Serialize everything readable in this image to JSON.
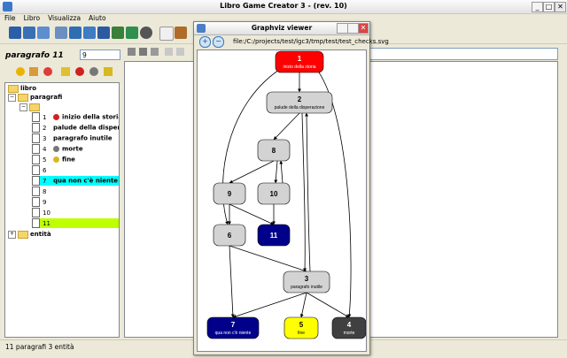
{
  "window": {
    "title": "Libro Game Creator 3 -  (rev. 10)",
    "buttons": [
      "_",
      "□",
      "✕"
    ]
  },
  "menu": [
    "File",
    "Libro",
    "Visualizza",
    "Aiuto"
  ],
  "left": {
    "paragraph_title": "paragrafo 11",
    "paragraph_select": "9",
    "tree": {
      "root": "libro",
      "paragraphs_folder": "paragrafi",
      "items": [
        {
          "num": "1",
          "label": "inizio della storia",
          "icon": "start-icon"
        },
        {
          "num": "2",
          "label": "palude della disperazio",
          "icon": ""
        },
        {
          "num": "3",
          "label": "paragrafo inutile",
          "icon": ""
        },
        {
          "num": "4",
          "label": "morte",
          "icon": "skull-icon"
        },
        {
          "num": "5",
          "label": "fine",
          "icon": "trophy-icon"
        },
        {
          "num": "6",
          "label": "",
          "icon": ""
        },
        {
          "num": "7",
          "label": "qua non c'è niente",
          "icon": "",
          "highlight": "#00ffff"
        },
        {
          "num": "8",
          "label": "",
          "icon": ""
        },
        {
          "num": "9",
          "label": "",
          "icon": ""
        },
        {
          "num": "10",
          "label": "",
          "icon": ""
        },
        {
          "num": "11",
          "label": "",
          "icon": "",
          "highlight": "#bfff00"
        }
      ],
      "entities_folder": "entità"
    }
  },
  "status": "11 paragrafi 3 entità",
  "viewer": {
    "title": "Graphviz viewer",
    "path": "file:/C:/projects/test/lgc3/tmp/test/test_checks.svg",
    "zoom_in": "+",
    "zoom_out": "−"
  },
  "graph": {
    "nodes": [
      {
        "id": "1",
        "label": "inizio della storia",
        "fill": "#ff0000",
        "text": "#ffffff"
      },
      {
        "id": "2",
        "label": "palude della disperazione",
        "fill": "#d3d3d3",
        "text": "#000000"
      },
      {
        "id": "8",
        "label": "",
        "fill": "#d3d3d3",
        "text": "#000000"
      },
      {
        "id": "9",
        "label": "",
        "fill": "#d3d3d3",
        "text": "#000000"
      },
      {
        "id": "10",
        "label": "",
        "fill": "#d3d3d3",
        "text": "#000000"
      },
      {
        "id": "6",
        "label": "",
        "fill": "#d3d3d3",
        "text": "#000000"
      },
      {
        "id": "11",
        "label": "",
        "fill": "#00008b",
        "text": "#ffffff"
      },
      {
        "id": "3",
        "label": "paragrafo inutile",
        "fill": "#d3d3d3",
        "text": "#000000"
      },
      {
        "id": "7",
        "label": "qua non c'è niente",
        "fill": "#00008b",
        "text": "#ffffff"
      },
      {
        "id": "5",
        "label": "fine",
        "fill": "#ffff00",
        "text": "#000000"
      },
      {
        "id": "4",
        "label": "morte",
        "fill": "#404040",
        "text": "#ffffff"
      }
    ],
    "edges": [
      [
        "1",
        "2"
      ],
      [
        "1",
        "6"
      ],
      [
        "1",
        "4"
      ],
      [
        "2",
        "8"
      ],
      [
        "2",
        "3"
      ],
      [
        "3",
        "2"
      ],
      [
        "8",
        "9"
      ],
      [
        "8",
        "10"
      ],
      [
        "10",
        "8"
      ],
      [
        "9",
        "6"
      ],
      [
        "9",
        "11"
      ],
      [
        "10",
        "11"
      ],
      [
        "6",
        "7"
      ],
      [
        "6",
        "3"
      ],
      [
        "3",
        "7"
      ],
      [
        "3",
        "5"
      ],
      [
        "3",
        "4"
      ]
    ]
  }
}
